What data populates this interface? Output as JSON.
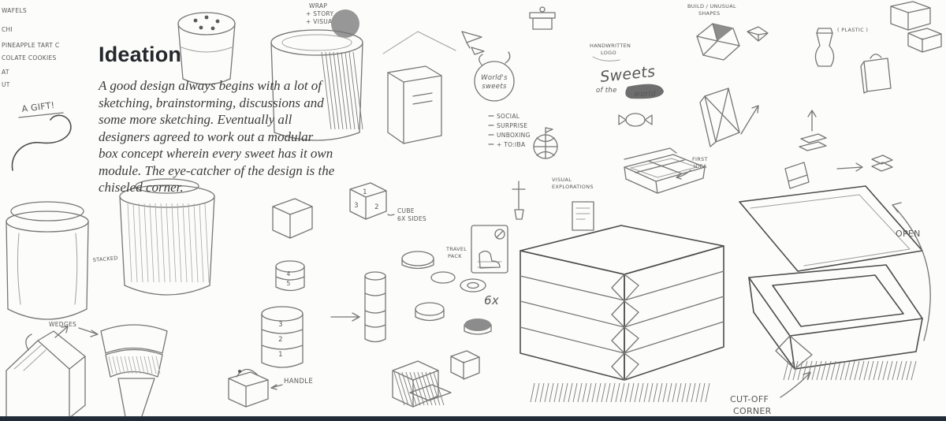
{
  "section": {
    "title": "Ideation",
    "paragraph": "A good design always begins with a lot of sketching, brainstorming, discussions and some more sketching. Eventually all designers agreed to work out a modular box concept wherein every sweet has it own module. The eye-catcher of the design is the chiseled corner."
  },
  "labels": {
    "left_list": [
      "WAFELS",
      "CHI",
      "PINEAPPLE TART  C",
      "COLATE COOKIES",
      "AT",
      "UT"
    ],
    "a_gift": "A GIFT!",
    "wrap": "WRAP",
    "story": "+ STORY",
    "visual": "+ VISUAL",
    "stacked": "STACKED",
    "wedges": "WEDGES",
    "worlds": "World's",
    "sweets_small": "sweets",
    "social": "SOCIAL",
    "surprise": "SURPRISE",
    "unboxing": "UNBOXING",
    "toriba": "+ TO:IBA",
    "visual_expl_1": "VISUAL",
    "visual_expl_2": "EXPLORATIONS",
    "handwritten": "HANDWRITTEN",
    "logo": "LOGO",
    "sweets_script": "Sweets",
    "of_the": "of the",
    "world": "world",
    "travel": "TRAVEL",
    "pack": "PACK",
    "first": "FIRST",
    "idea": "IDEA",
    "cube": "CUBE",
    "six_sides": "6X SIDES",
    "handle": "HANDLE",
    "six_x": "6x",
    "open": "OPEN",
    "cut_off": "CUT-OFF",
    "corner": "CORNER",
    "build_unusual": "BUILD / UNUSUAL",
    "shapes": "SHAPES",
    "plastic": "( PLASTIC )",
    "digits": [
      "1",
      "2",
      "3",
      "4",
      "5"
    ]
  },
  "colors": {
    "paper": "#fcfcfa",
    "ink": "#767676",
    "ink_dark": "#4d4d4d",
    "title": "#24272c",
    "body_text": "#3a3a3a",
    "bottom_bar": "#212b38"
  }
}
